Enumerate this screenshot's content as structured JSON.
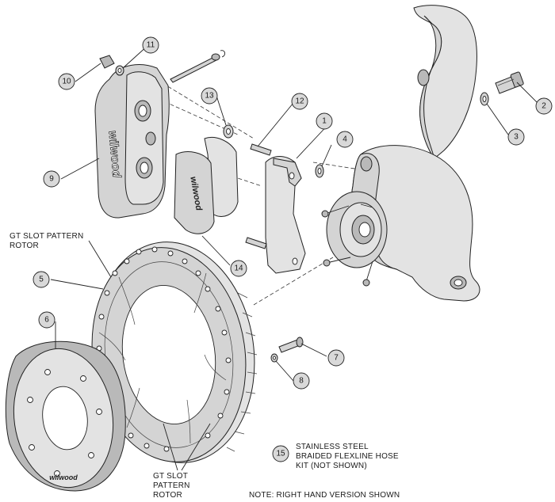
{
  "callouts": [
    {
      "id": "1",
      "number": "1"
    },
    {
      "id": "2",
      "number": "2"
    },
    {
      "id": "3",
      "number": "3"
    },
    {
      "id": "4",
      "number": "4"
    },
    {
      "id": "5",
      "number": "5"
    },
    {
      "id": "6",
      "number": "6"
    },
    {
      "id": "7",
      "number": "7"
    },
    {
      "id": "8",
      "number": "8"
    },
    {
      "id": "9",
      "number": "9"
    },
    {
      "id": "10",
      "number": "10"
    },
    {
      "id": "11",
      "number": "11"
    },
    {
      "id": "12",
      "number": "12"
    },
    {
      "id": "13",
      "number": "13"
    },
    {
      "id": "14",
      "number": "14"
    },
    {
      "id": "15",
      "number": "15"
    }
  ],
  "labels": {
    "rotor_top_line1": "GT SLOT PATTERN",
    "rotor_top_line2": "ROTOR",
    "rotor_bottom_line1": "GT SLOT",
    "rotor_bottom_line2": "PATTERN",
    "rotor_bottom_line3": "ROTOR",
    "hose_line1": "STAINLESS STEEL",
    "hose_line2": "BRAIDED FLEXLINE HOSE",
    "hose_line3": "KIT (NOT SHOWN)",
    "note": "NOTE: RIGHT HAND VERSION SHOWN"
  },
  "brand": {
    "caliper_logo": "wilwood",
    "pad_logo": "wilwood",
    "hat_logo": "wilwood"
  }
}
